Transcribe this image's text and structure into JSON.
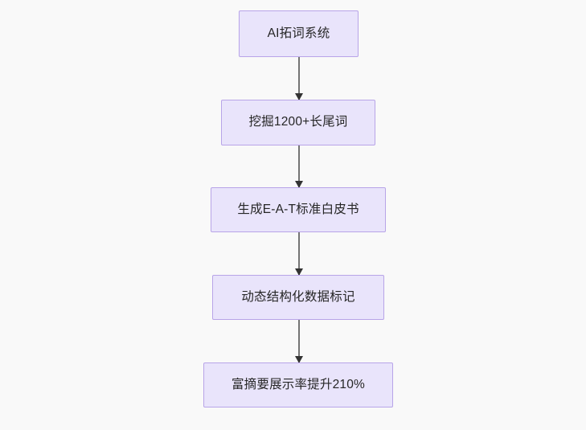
{
  "diagram": {
    "type": "flowchart",
    "orientation": "top-to-bottom",
    "background_color": "#f9f9f9",
    "node_fill_color": "#e9e4fb",
    "node_border_color": "#b8a4e8",
    "node_text_color": "#262626",
    "edge_color": "#757575",
    "arrowhead_color": "#333333",
    "nodes": [
      {
        "id": "node-1",
        "label": "AI拓词系统"
      },
      {
        "id": "node-2",
        "label": "挖掘1200+长尾词"
      },
      {
        "id": "node-3",
        "label": "生成E-A-T标准白皮书"
      },
      {
        "id": "node-4",
        "label": "动态结构化数据标记"
      },
      {
        "id": "node-5",
        "label": "富摘要展示率提升210%"
      }
    ],
    "edges": [
      {
        "id": "edge-1",
        "from": "node-1",
        "to": "node-2",
        "arrow": "down-arrowhead"
      },
      {
        "id": "edge-2",
        "from": "node-2",
        "to": "node-3",
        "arrow": "down-arrowhead"
      },
      {
        "id": "edge-3",
        "from": "node-3",
        "to": "node-4",
        "arrow": "down-arrowhead"
      },
      {
        "id": "edge-4",
        "from": "node-4",
        "to": "node-5",
        "arrow": "down-arrowhead"
      }
    ]
  }
}
